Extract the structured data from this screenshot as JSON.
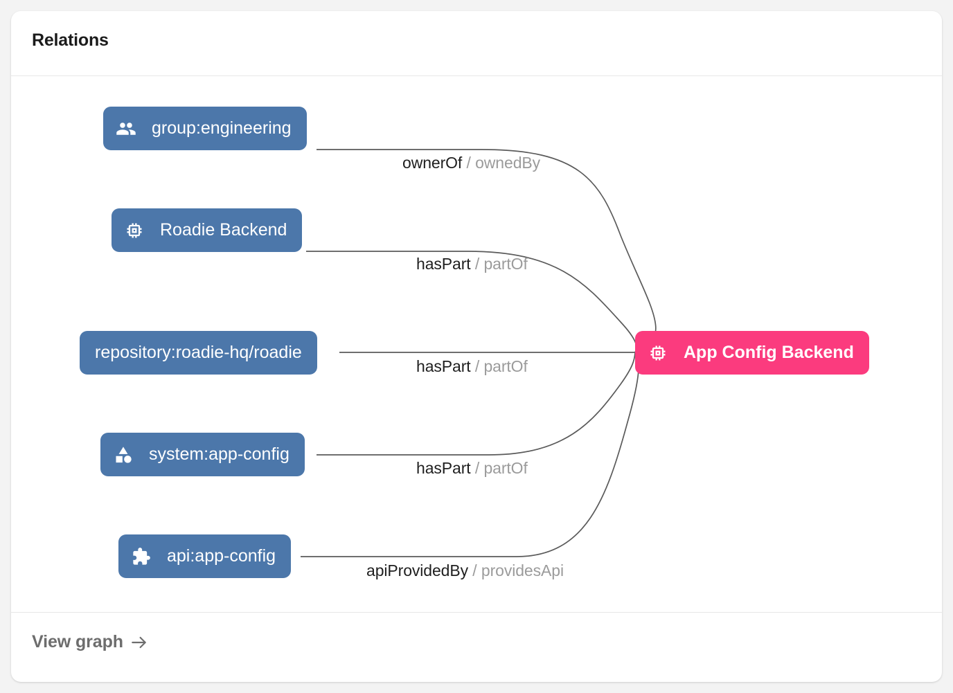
{
  "card": {
    "title": "Relations"
  },
  "graph": {
    "center_node": {
      "label": "App Config Backend",
      "icon": "memory-chip-icon",
      "color": "#fb3b7e",
      "text_color": "#ffffff"
    },
    "nodes": [
      {
        "label": "group:engineering",
        "icon": "group-people-icon",
        "color": "#4c77aa"
      },
      {
        "label": "Roadie Backend",
        "icon": "memory-chip-icon",
        "color": "#4c77aa"
      },
      {
        "label": "repository:roadie-hq/roadie",
        "icon": "none",
        "color": "#4c77aa"
      },
      {
        "label": "system:app-config",
        "icon": "category-shapes-icon",
        "color": "#4c77aa"
      },
      {
        "label": "api:app-config",
        "icon": "puzzle-piece-icon",
        "color": "#4c77aa"
      }
    ],
    "edges": [
      {
        "forward": "ownerOf",
        "separator": " / ",
        "reverse": "ownedBy"
      },
      {
        "forward": "hasPart",
        "separator": " / ",
        "reverse": "partOf"
      },
      {
        "forward": "hasPart",
        "separator": " / ",
        "reverse": "partOf"
      },
      {
        "forward": "hasPart",
        "separator": " / ",
        "reverse": "partOf"
      },
      {
        "forward": "apiProvidedBy",
        "separator": " / ",
        "reverse": "providesApi"
      }
    ],
    "edge_color": "#5a5a5a"
  },
  "footer": {
    "view_graph_label": "View graph",
    "arrow_icon": "arrow-right-icon"
  }
}
